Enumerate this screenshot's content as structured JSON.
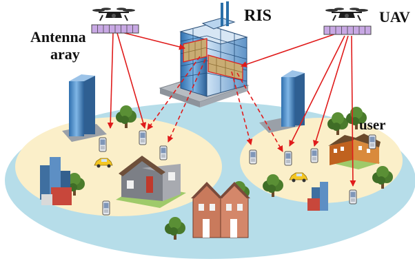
{
  "labels": {
    "antenna": "Antenna",
    "antenna_second_line": "aray",
    "ris": "RIS",
    "uav": "UAV",
    "user": "user"
  },
  "colors": {
    "outer_ground": "#b6dde9",
    "cell_zone": "#fbefc9",
    "link": "#e01b1b",
    "ris_panel": "#c9ac73",
    "antenna_array": "#c8a8e4",
    "building_glass": "#3f88c9",
    "tree": "#4a7b2c",
    "car": "#f4c623"
  },
  "icons": [
    "uav-drone-icon",
    "antenna-array-icon",
    "ris-building-icon",
    "skyscraper-icon",
    "house-icon",
    "tree-icon",
    "car-icon",
    "phone-icon"
  ]
}
